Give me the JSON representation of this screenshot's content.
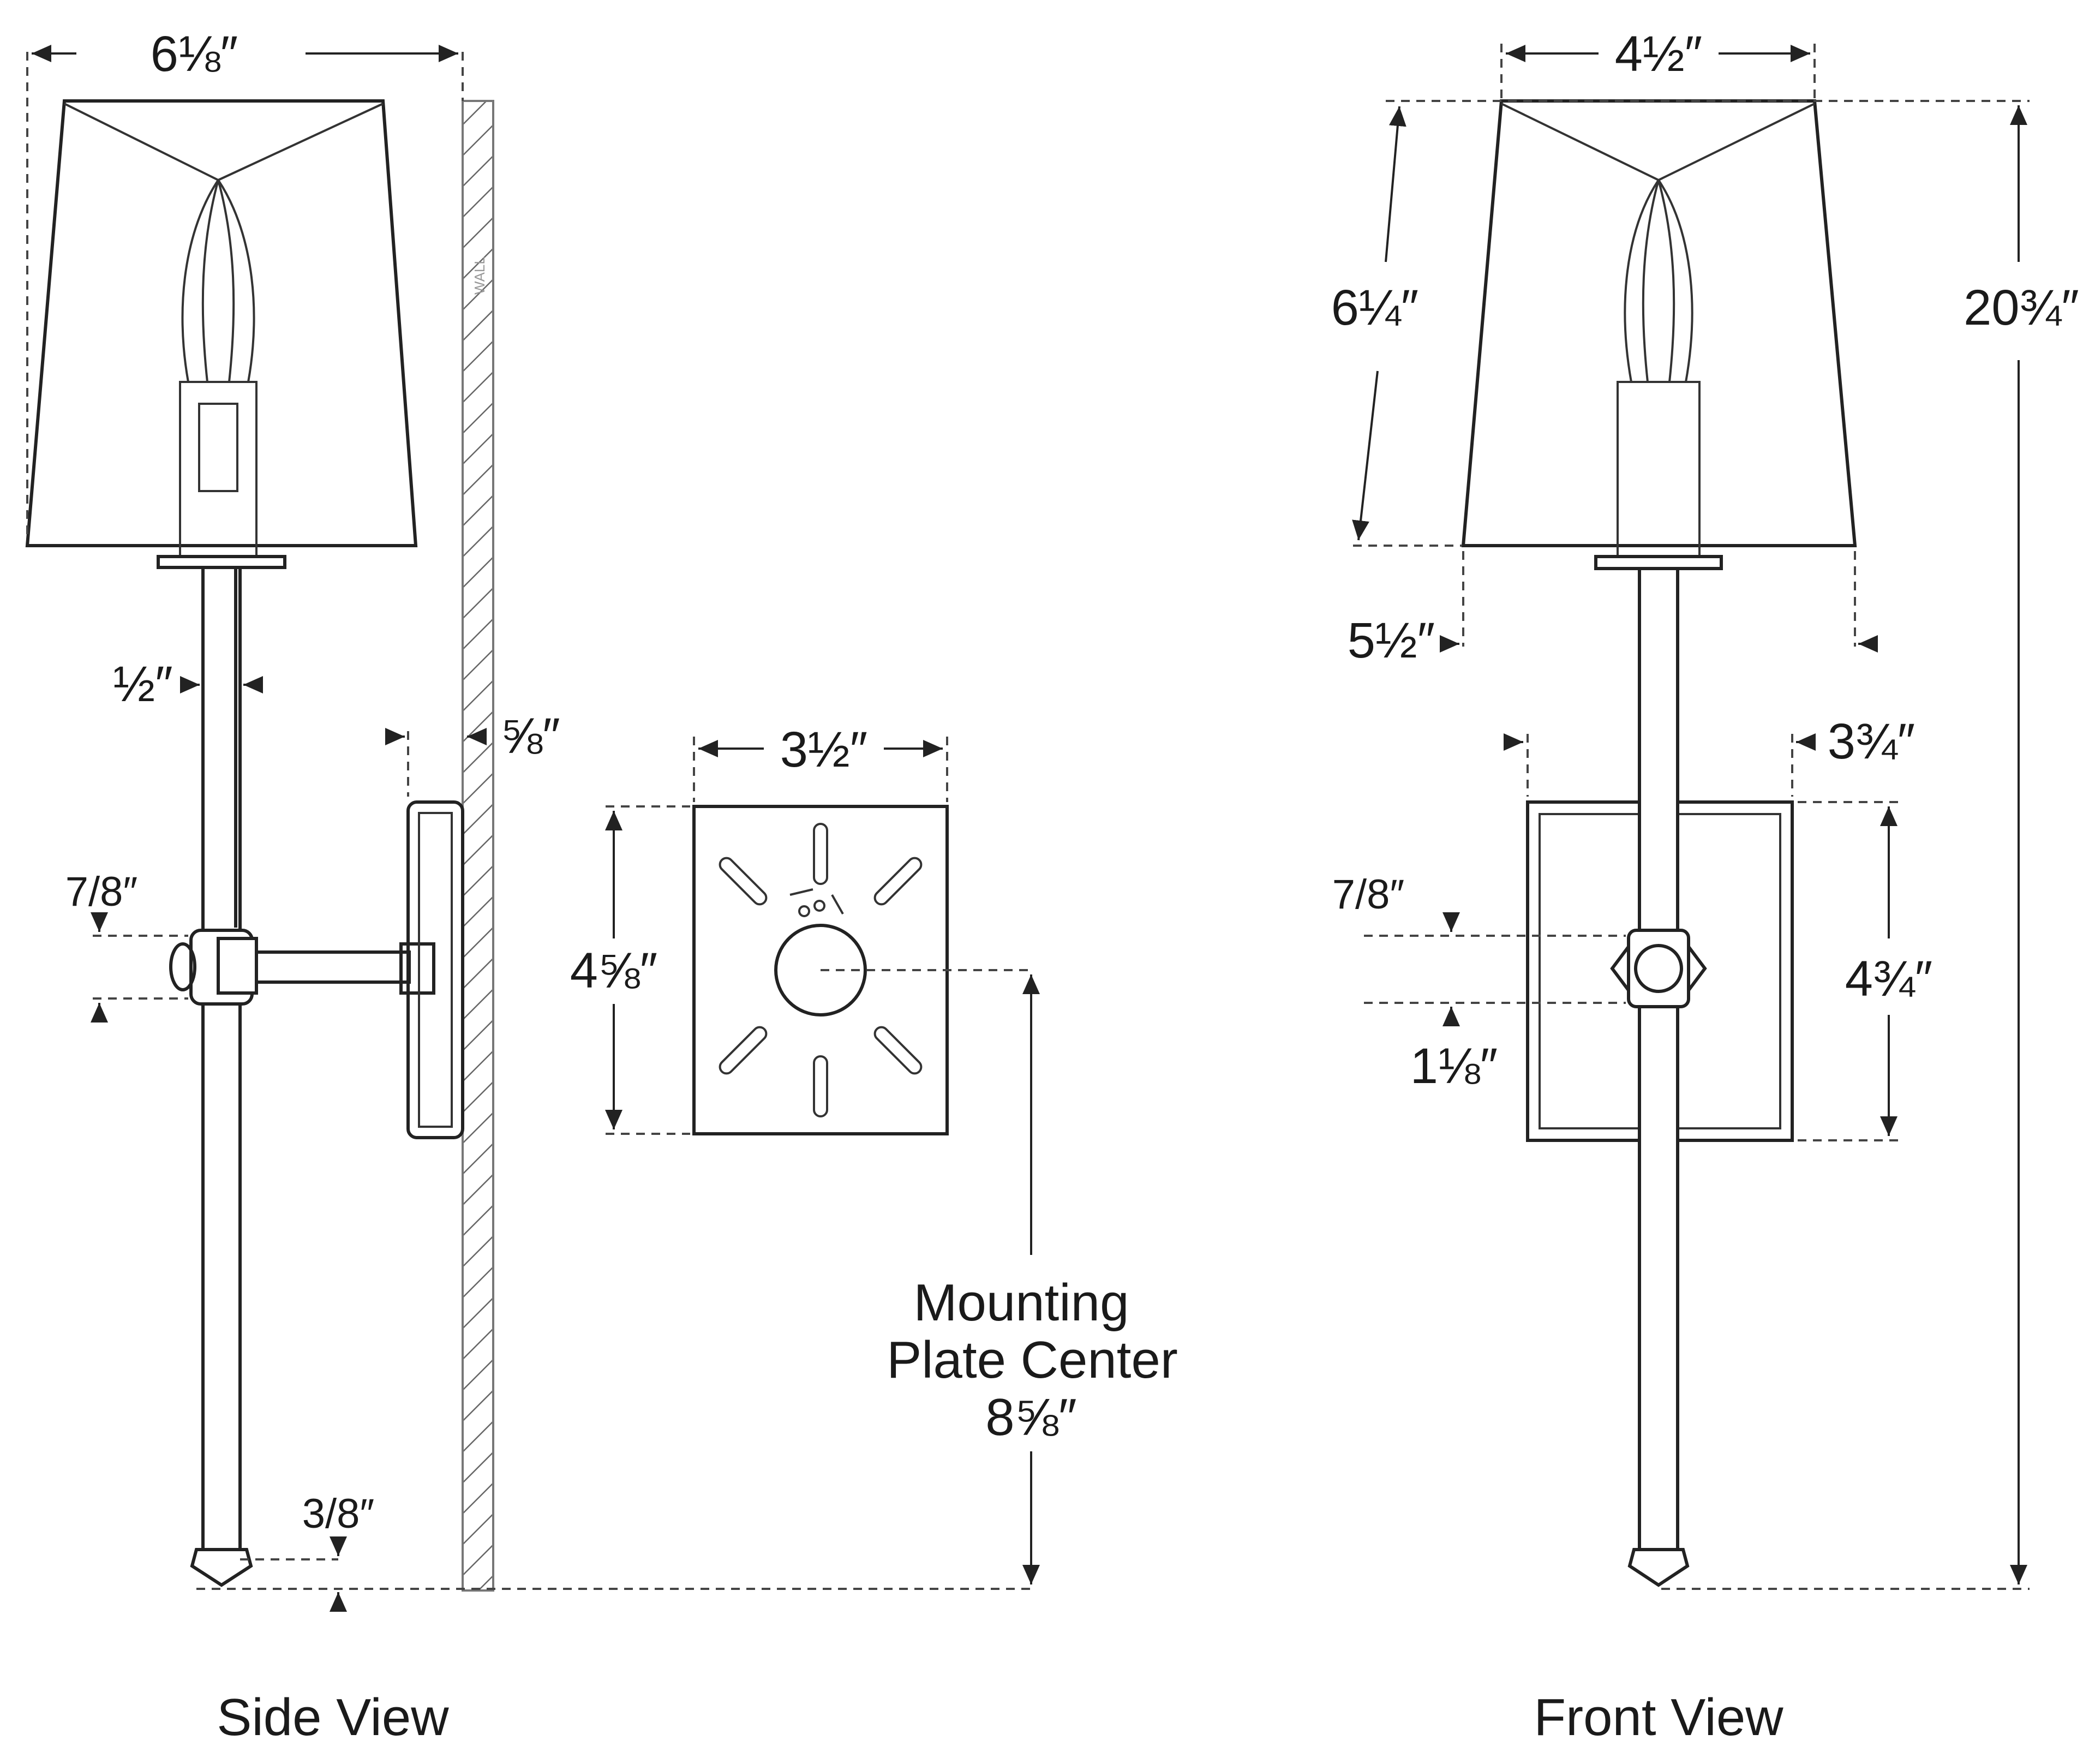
{
  "views": {
    "side_label": "Side View",
    "front_label": "Front View"
  },
  "wall_label": "WALL",
  "side_dims": {
    "shade_width": "6⅛″",
    "arm_width": "½″",
    "plate_depth": "⅝″",
    "knuckle_height": "7/8″",
    "finial_height": "3/8″"
  },
  "plate_dims": {
    "width": "3½″",
    "height": "4⅝″"
  },
  "mounting": {
    "line1": "Mounting",
    "line2": "Plate Center",
    "value": "8⅝″"
  },
  "front_dims": {
    "shade_top": "4½″",
    "shade_height": "6¼″",
    "shade_bottom": "5½″",
    "overall_height": "20¾″",
    "backplate_width": "3¾″",
    "backplate_height": "4¾″",
    "knuckle_height": "7/8″",
    "knuckle_width": "1⅛″"
  }
}
